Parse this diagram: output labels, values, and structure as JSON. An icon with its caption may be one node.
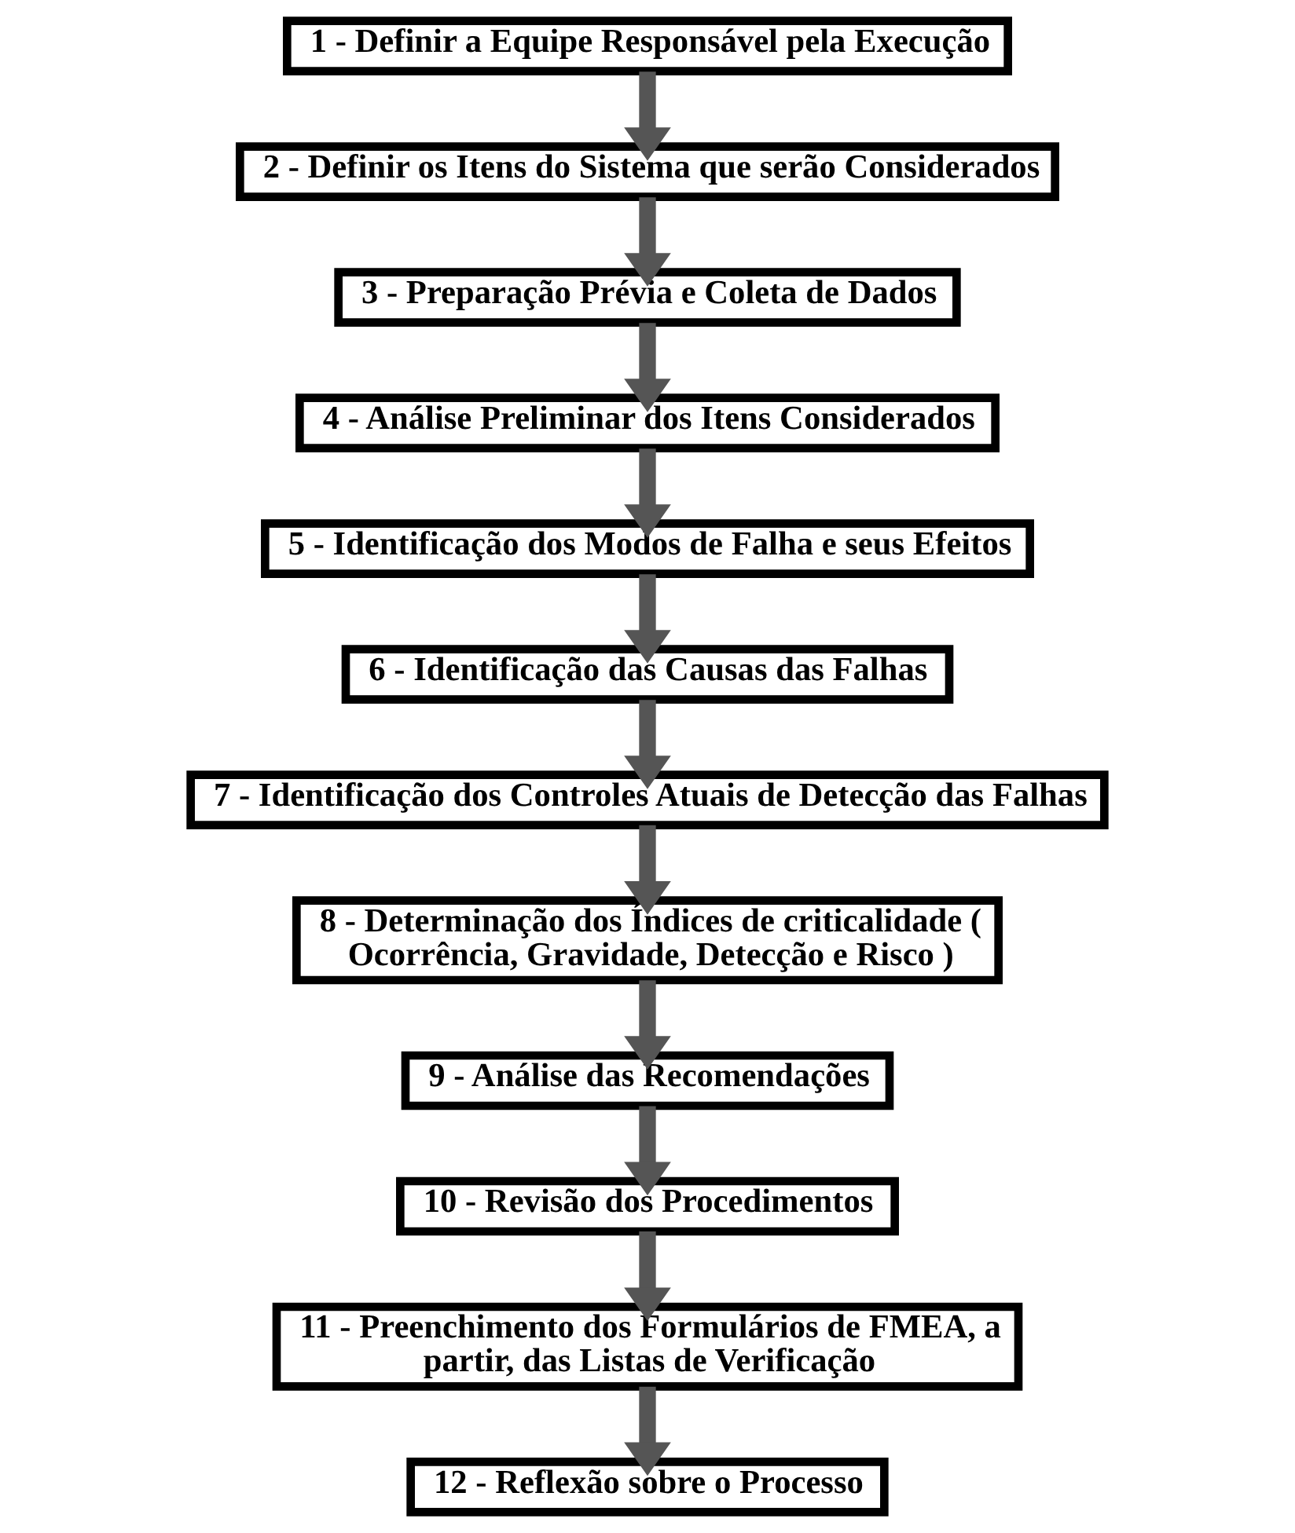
{
  "diagram": {
    "nodes": [
      {
        "text": [
          "1 - Definir a Equipe Responsável pela Execução"
        ]
      },
      {
        "text": [
          "2 - Definir os Itens do Sistema que serão Considerados"
        ]
      },
      {
        "text": [
          "3 - Preparação Prévia e Coleta de Dados"
        ]
      },
      {
        "text": [
          "4 - Análise Preliminar dos Itens Considerados"
        ]
      },
      {
        "text": [
          "5 - Identificação dos Modos de Falha e seus Efeitos"
        ]
      },
      {
        "text": [
          "6 - Identificação das Causas das Falhas"
        ]
      },
      {
        "text": [
          "7 - Identificação dos Controles Atuais de Detecção das Falhas"
        ]
      },
      {
        "text": [
          "8 - Determinação dos Índices de criticalidade ( Ocorrência, Gravidade, Detecção e Risco )"
        ]
      },
      {
        "text": [
          "9 - Análise das Recomendações"
        ]
      },
      {
        "text": [
          "10 - Revisão dos Procedimentos"
        ]
      },
      {
        "text": [
          "11 - Preenchimento dos Formulários de FMEA, a partir, das Listas de Verificação"
        ]
      },
      {
        "text": [
          "12 - Reflexão sobre o Processo"
        ]
      }
    ],
    "edges": [
      {
        "from": 0,
        "to": 1,
        "arrow": "to"
      },
      {
        "from": 1,
        "to": 2,
        "arrow": "to"
      },
      {
        "from": 2,
        "to": 3,
        "arrow": "to"
      },
      {
        "from": 3,
        "to": 4,
        "arrow": "to"
      },
      {
        "from": 4,
        "to": 5,
        "arrow": "to"
      },
      {
        "from": 5,
        "to": 6,
        "arrow": "to"
      },
      {
        "from": 6,
        "to": 7,
        "arrow": "to"
      },
      {
        "from": 7,
        "to": 8,
        "arrow": "to"
      },
      {
        "from": 8,
        "to": 9,
        "arrow": "to"
      },
      {
        "from": 9,
        "to": 10,
        "arrow": "to"
      },
      {
        "from": 10,
        "to": 11,
        "arrow": "to"
      }
    ]
  }
}
